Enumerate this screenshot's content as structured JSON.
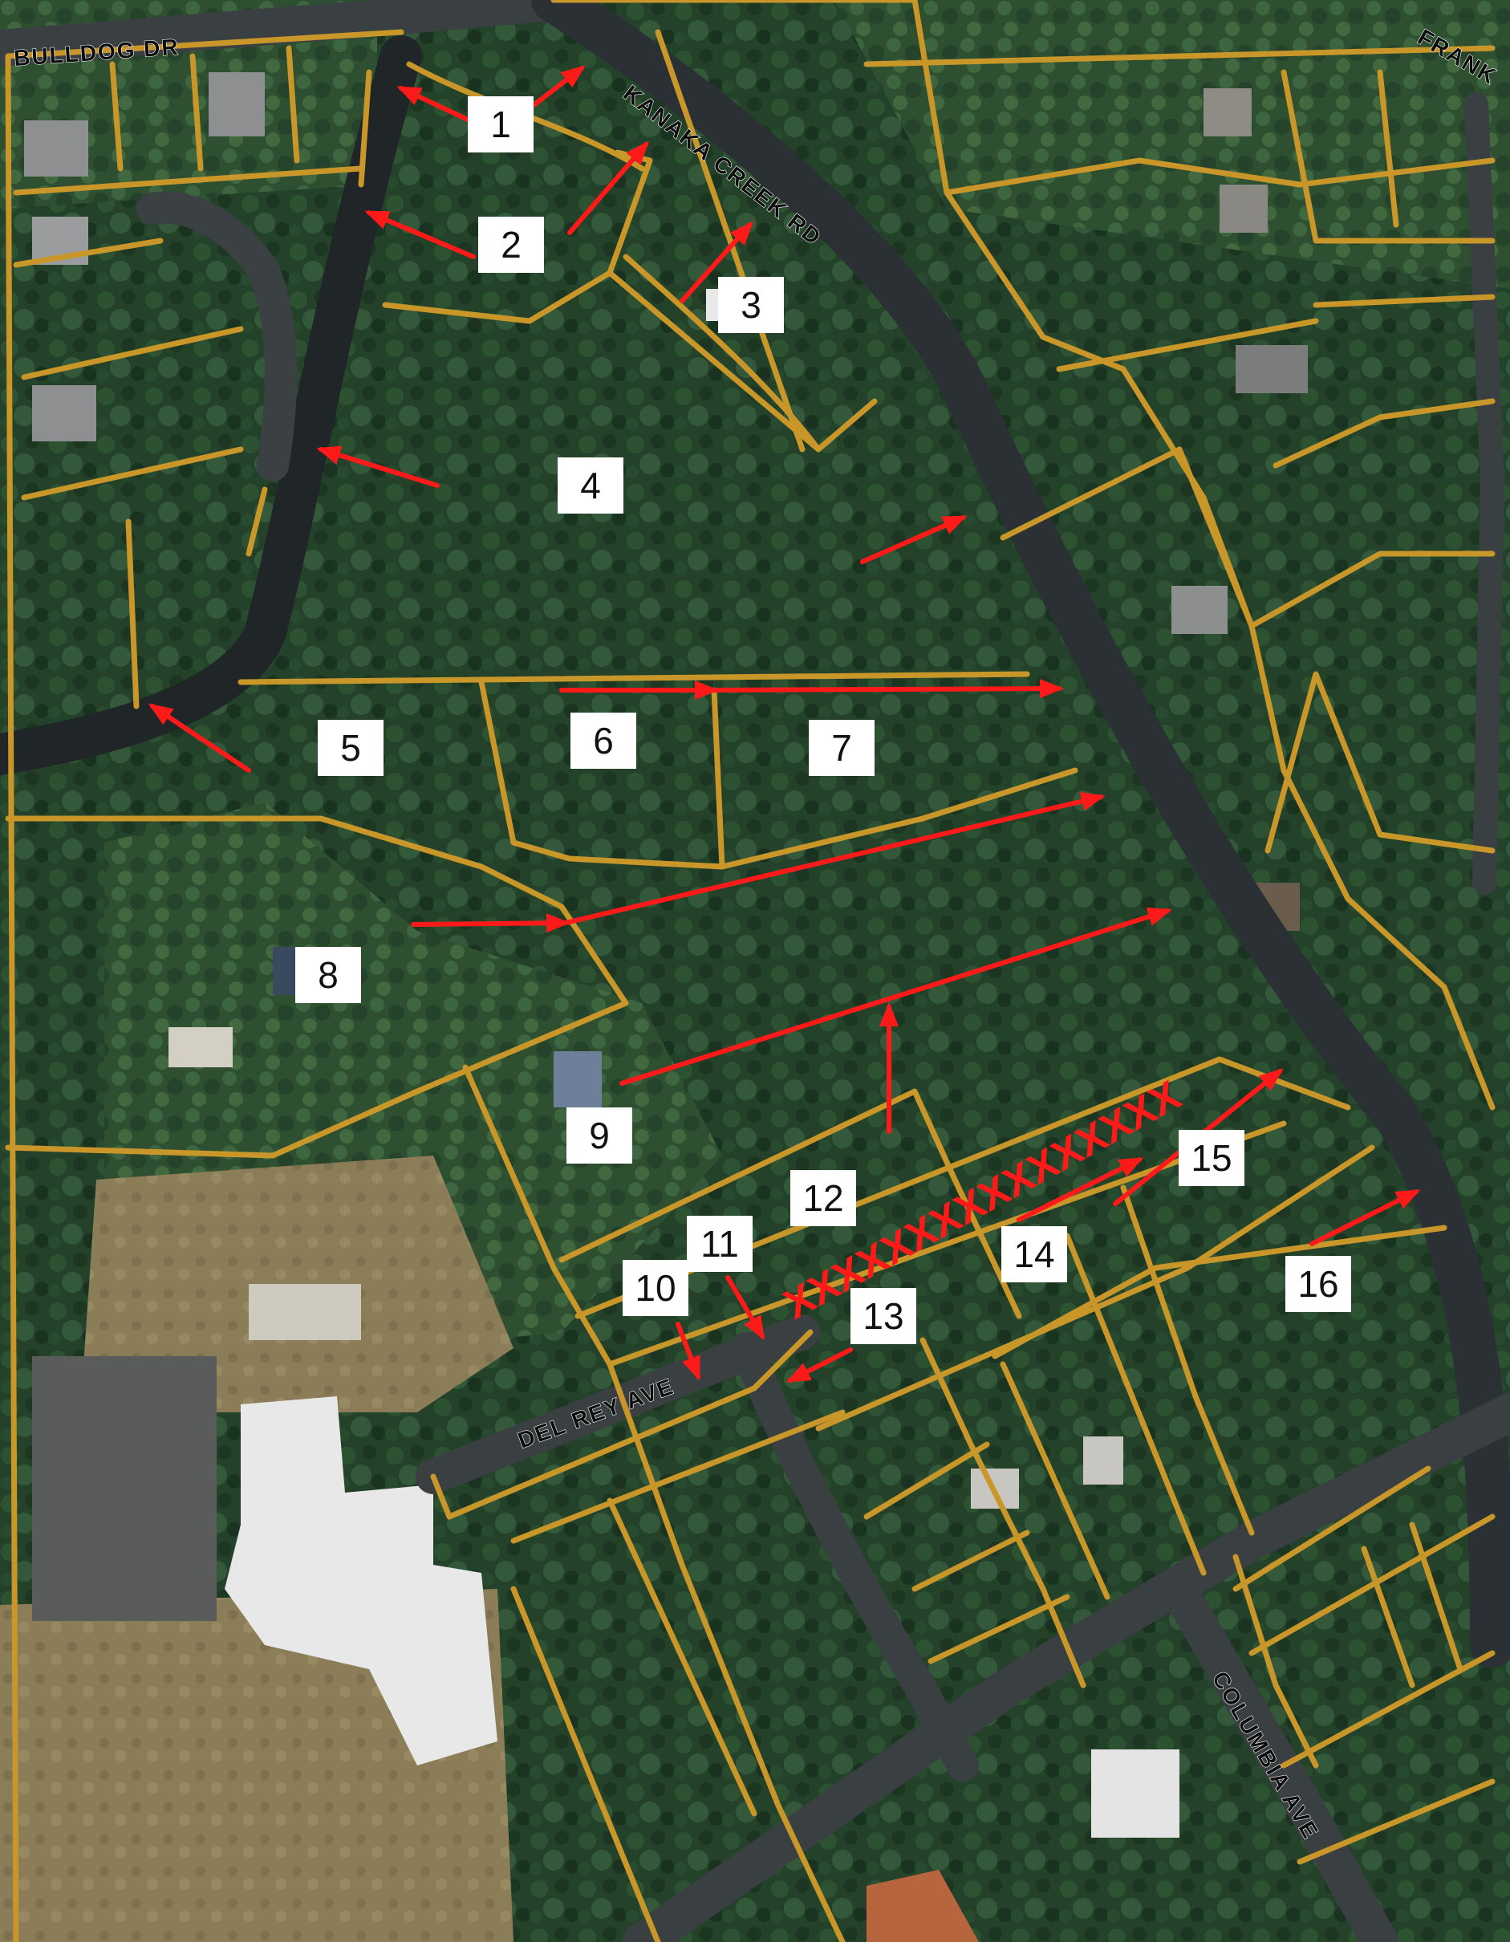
{
  "colors": {
    "parcel_line": "#c9962a",
    "arrow": "#ff1a1a",
    "forest_dark": "#1f3a22",
    "forest_mid": "#2f5230",
    "road_asphalt": "#2a3034",
    "field_brown": "#8a7a52",
    "building_roof": "#e6e6e6",
    "label_bg": "#ffffff"
  },
  "streets": [
    {
      "name": "BULLDOG DR"
    },
    {
      "name": "KANAKA CREEK RD"
    },
    {
      "name": "FRANK"
    },
    {
      "name": "DEL REY AVE"
    },
    {
      "name": "COLUMBIA AVE"
    }
  ],
  "parcel_labels": [
    {
      "text": "1"
    },
    {
      "text": "2"
    },
    {
      "text": "3"
    },
    {
      "text": "4"
    },
    {
      "text": "5"
    },
    {
      "text": "6"
    },
    {
      "text": "7"
    },
    {
      "text": "8"
    },
    {
      "text": "9"
    },
    {
      "text": "10"
    },
    {
      "text": "11"
    },
    {
      "text": "12"
    },
    {
      "text": "13"
    },
    {
      "text": "14"
    },
    {
      "text": "15"
    },
    {
      "text": "16"
    }
  ],
  "blocked_marker": "XXXXXXXXXXXXXXXX",
  "icons": {
    "access_arrow": "arrow-icon",
    "blocked_access": "x-mark-icon"
  }
}
